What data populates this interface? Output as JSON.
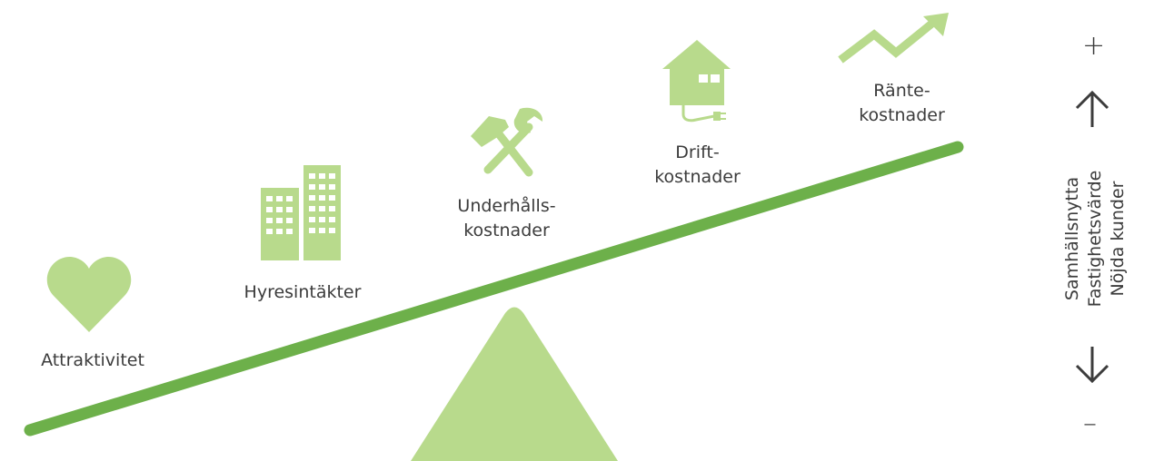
{
  "colors": {
    "beam": "#6db04a",
    "icon": "#b8da8c",
    "text": "#3c3c3c",
    "arrow": "#3c3c3c"
  },
  "items": [
    {
      "label": "Attraktivitet",
      "icon": "heart-icon"
    },
    {
      "label": "Hyresintäkter",
      "icon": "buildings-icon"
    },
    {
      "label_line1": "Underhålls-",
      "label_line2": "kostnader",
      "icon": "tools-icon"
    },
    {
      "label_line1": "Drift-",
      "label_line2": "kostnader",
      "icon": "house-plug-icon"
    },
    {
      "label_line1": "Ränte-",
      "label_line2": "kostnader",
      "icon": "trend-up-icon"
    }
  ],
  "scale": {
    "plus": "+",
    "minus": "–",
    "labels": [
      "Samhällsnytta",
      "Fastighetsvärde",
      "Nöjda kunder"
    ],
    "up_icon": "arrow-up-icon",
    "down_icon": "arrow-down-icon"
  }
}
